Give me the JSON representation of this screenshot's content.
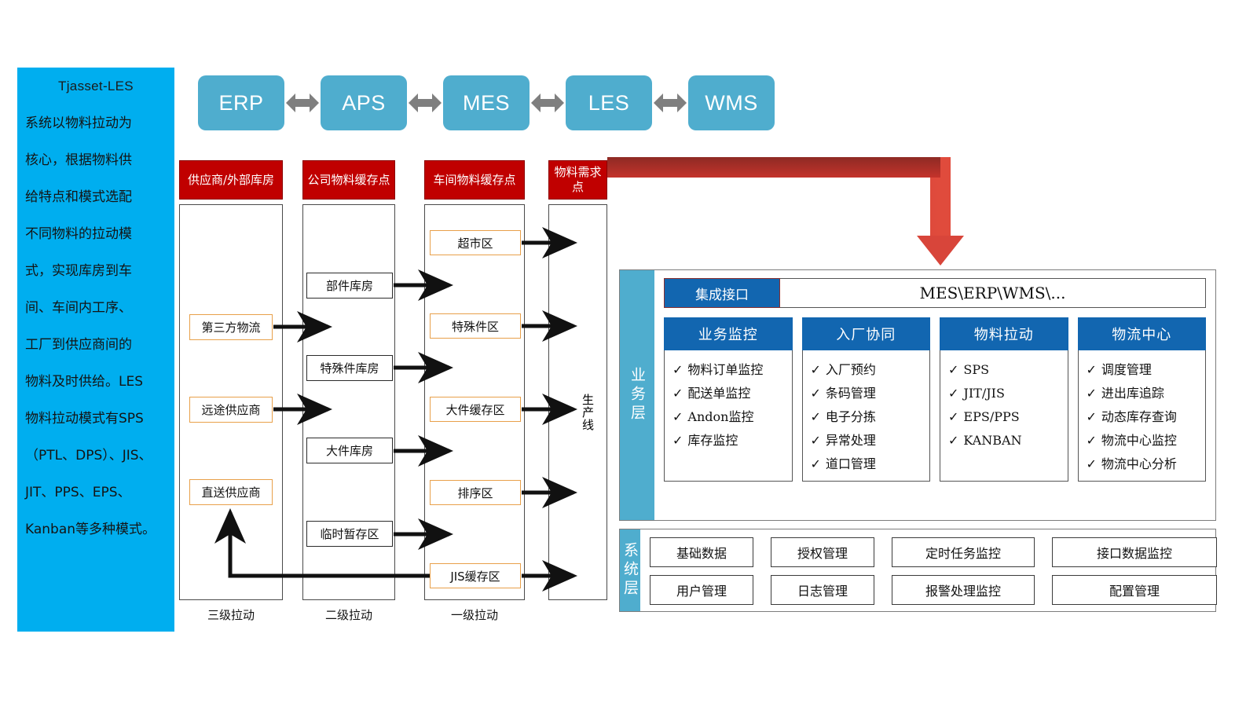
{
  "sidebar": {
    "title": "Tjasset-LES",
    "lines": [
      "系统以物料拉动为",
      "核心，根据物料供",
      "给特点和模式选配",
      "不同物料的拉动模",
      "式，实现库房到车",
      "间、车间内工序、",
      "工厂到供应商间的",
      "物料及时供给。LES",
      "物料拉动模式有SPS",
      "（PTL、DPS）、JIS、",
      "JIT、PPS、EPS、",
      "Kanban等多种模式。"
    ],
    "color": "#00AEEF"
  },
  "systems": {
    "boxes": [
      "ERP",
      "APS",
      "MES",
      "LES",
      "WMS"
    ],
    "connector_icon": "double-arrow-icon",
    "box_color": "#4FADCE",
    "arrow_color": "#7F7F7F"
  },
  "flow": {
    "headers": [
      "供应商/外部库房",
      "公司物料缓存点",
      "车间物料缓存点",
      "物料需求点"
    ],
    "header_color": "#C00000",
    "columns": [
      {
        "label": "三级拉动",
        "nodes": [
          "第三方物流",
          "远途供应商",
          "直送供应商"
        ]
      },
      {
        "label": "二级拉动",
        "nodes": [
          "部件库房",
          "特殊件库房",
          "大件库房",
          "临时暂存区"
        ]
      },
      {
        "label": "一级拉动",
        "nodes": [
          "超市区",
          "特殊件区",
          "大件缓存区",
          "排序区",
          "JIS缓存区"
        ]
      }
    ],
    "production_line": "生产线",
    "orange_border": "#E8A04A"
  },
  "platform": {
    "business_layer_label": "业务层",
    "system_layer_label": "系统层",
    "layer_bar_color": "#4FADCE",
    "header_blue": "#1266B0",
    "interface": {
      "label": "集成接口",
      "value": "MES\\ERP\\WMS\\..."
    },
    "business_groups": [
      {
        "title": "业务监控",
        "items": [
          "物料订单监控",
          "配送单监控",
          "Andon监控",
          "库存监控"
        ]
      },
      {
        "title": "入厂协同",
        "items": [
          "入厂预约",
          "条码管理",
          "电子分拣",
          "异常处理",
          "道口管理"
        ]
      },
      {
        "title": "物料拉动",
        "items": [
          "SPS",
          "JIT/JIS",
          "EPS/PPS",
          "KANBAN"
        ]
      },
      {
        "title": "物流中心",
        "items": [
          "调度管理",
          "进出库追踪",
          "动态库存查询",
          "物流中心监控",
          "物流中心分析"
        ]
      }
    ],
    "system_items": [
      "基础数据",
      "授权管理",
      "定时任务监控",
      "接口数据监控",
      "用户管理",
      "日志管理",
      "报警处理监控",
      "配置管理"
    ],
    "check_glyph": "✓"
  }
}
